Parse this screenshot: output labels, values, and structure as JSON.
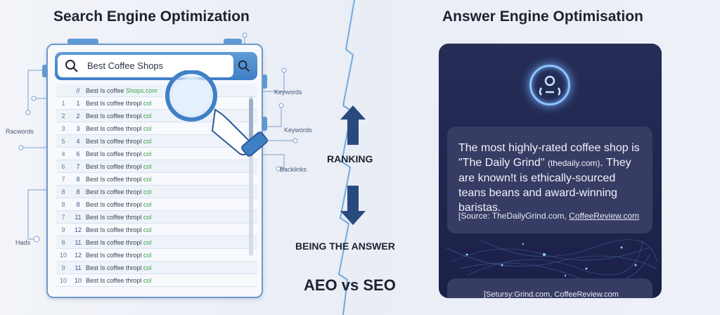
{
  "titles": {
    "left": "Search Engine Optimization",
    "right": "Answer Engine Optimisation"
  },
  "seo": {
    "search_query": "Best Coffee Shops",
    "search_icon": "search-icon",
    "results": [
      {
        "n1": "",
        "n2": "//",
        "text": "Best Is coffee ",
        "tail": "Shops.com"
      },
      {
        "n1": "1",
        "n2": "1",
        "text": "Best Is coffee thropl ",
        "tail": "col"
      },
      {
        "n1": "2",
        "n2": "2",
        "text": "Best Is coffee thropl ",
        "tail": "col"
      },
      {
        "n1": "3",
        "n2": "3",
        "text": "Best Is coffee thropl ",
        "tail": "col"
      },
      {
        "n1": "5",
        "n2": "4",
        "text": "Best Is coffee thropl ",
        "tail": "col"
      },
      {
        "n1": "4",
        "n2": "6",
        "text": "Best Is coffee thropl ",
        "tail": "col"
      },
      {
        "n1": "6",
        "n2": "7",
        "text": "Best Is coffee thropl ",
        "tail": "col"
      },
      {
        "n1": "7",
        "n2": "8",
        "text": "Best Is coffee thropl ",
        "tail": "col"
      },
      {
        "n1": "8",
        "n2": "8",
        "text": "Best Is coffee thropl ",
        "tail": "col"
      },
      {
        "n1": "8",
        "n2": "8",
        "text": "Best Is coffee thropl ",
        "tail": "col"
      },
      {
        "n1": "7",
        "n2": "11",
        "text": "Best Is coffee thropl ",
        "tail": "col"
      },
      {
        "n1": "9",
        "n2": "12",
        "text": "Best Is coffee thropl ",
        "tail": "col"
      },
      {
        "n1": "8",
        "n2": "11",
        "text": "Best Is coffee thropl ",
        "tail": "col"
      },
      {
        "n1": "10",
        "n2": "12",
        "text": "Best Is coffee thropl ",
        "tail": "col"
      },
      {
        "n1": "9",
        "n2": "11",
        "text": "Best Is coffee thropl ",
        "tail": "col"
      },
      {
        "n1": "10",
        "n2": "10",
        "text": "Best Is coffee thropl ",
        "tail": "col"
      }
    ],
    "annotations": {
      "keywords_top": "Keywords",
      "keywords_mid": "Keywords",
      "backlinks": "Backlinks",
      "racwords": "Racwords",
      "hads": "Hads"
    }
  },
  "middle": {
    "ranking": "RANKING",
    "being_answer": "BEING THE ANSWER",
    "versus": "AEO vs SEO"
  },
  "aeo": {
    "answer_1": "The most highly-rated coffee shop is \"The Daily Grind\" ",
    "answer_small": "(thedaily.com)",
    "answer_2": ". They are known!t is ethically-sourced teans beans and award-winning baristas.",
    "source_prefix": "[Source: TheDailyGrind.com, ",
    "source_link": "CoffeeReview.com",
    "bottom_source": "[Setursy:Grind.com, CoffeeReview.com",
    "icon": "ai-assistant-icon"
  },
  "colors": {
    "accent_blue": "#3f7fc6",
    "arrow_navy": "#294a7c",
    "card_bg": "#1f2550"
  }
}
